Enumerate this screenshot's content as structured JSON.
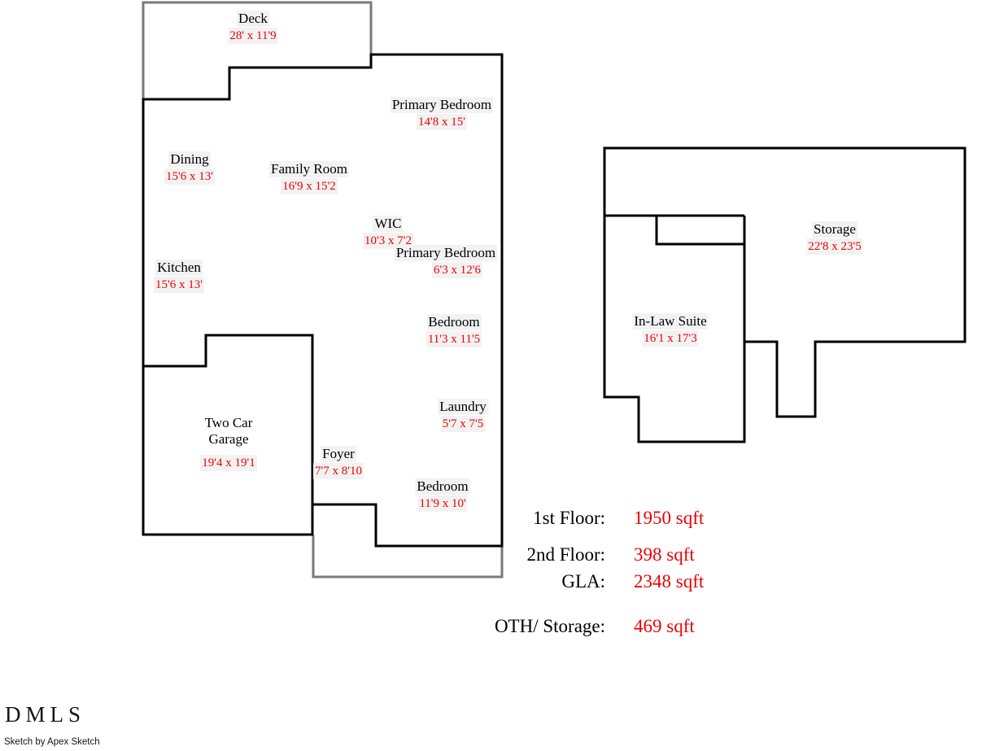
{
  "colors": {
    "wall_black": "#000000",
    "open_structure_gray": "#7a7a7a",
    "dimension_red": "#ee0000"
  },
  "floorplan": {
    "rooms": [
      {
        "id": "deck",
        "name": "Deck",
        "dims": "28' x 11'9"
      },
      {
        "id": "primary-bedroom",
        "name": "Primary Bedroom",
        "dims": "14'8 x 15'"
      },
      {
        "id": "dining",
        "name": "Dining",
        "dims": "15'6 x 13'"
      },
      {
        "id": "family-room",
        "name": "Family Room",
        "dims": "16'9 x 15'2"
      },
      {
        "id": "wic",
        "name": "WIC",
        "dims": "10'3 x 7'2"
      },
      {
        "id": "primary-bedroom-2",
        "name": "Primary Bedroom",
        "dims": "6'3 x 12'6"
      },
      {
        "id": "kitchen",
        "name": "Kitchen",
        "dims": "15'6 x 13'"
      },
      {
        "id": "bedroom-1",
        "name": "Bedroom",
        "dims": "11'3 x 11'5"
      },
      {
        "id": "laundry",
        "name": "Laundry",
        "dims": "5'7 x 7'5"
      },
      {
        "id": "two-car-garage",
        "name": "Two Car Garage",
        "dims": "19'4 x 19'1"
      },
      {
        "id": "foyer",
        "name": "Foyer",
        "dims": "7'7 x 8'10"
      },
      {
        "id": "bedroom-2",
        "name": "Bedroom",
        "dims": "11'9 x 10'"
      },
      {
        "id": "storage",
        "name": "Storage",
        "dims": "22'8 x 23'5"
      },
      {
        "id": "in-law-suite",
        "name": "In-Law Suite",
        "dims": "16'1 x 17'3"
      }
    ],
    "area_summary": {
      "rows": [
        {
          "label": "1st Floor:",
          "value": "1950 sqft"
        },
        {
          "label": "2nd Floor:",
          "value": "398 sqft"
        },
        {
          "label": "GLA:",
          "value": "2348 sqft"
        },
        {
          "label": "OTH/ Storage:",
          "value": "469 sqft"
        }
      ]
    }
  },
  "footer": {
    "logo_text": "DMLS",
    "credit": "Sketch by Apex Sketch"
  }
}
